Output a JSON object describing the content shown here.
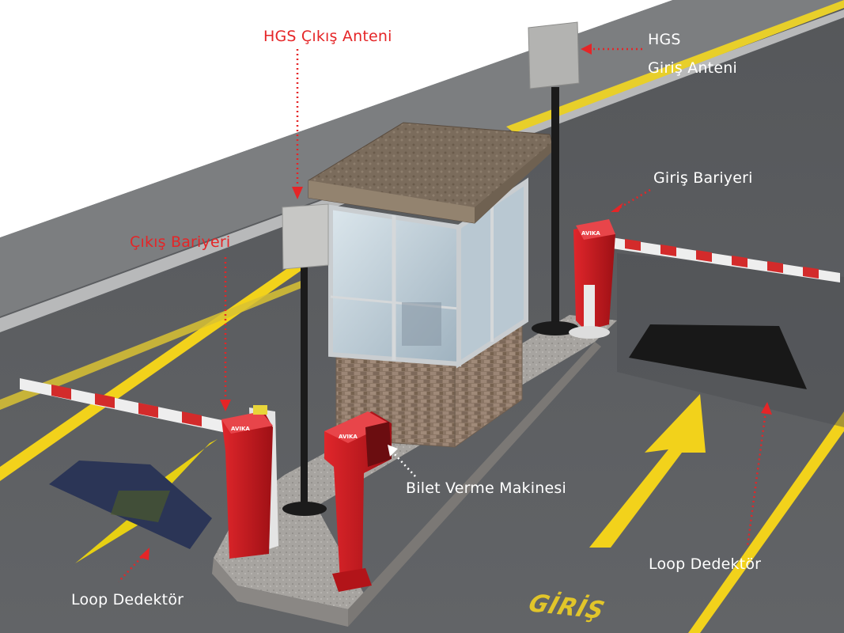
{
  "labels": {
    "hgs_exit_antenna": "HGS Çıkış Anteni",
    "hgs_entry_antenna_line1": "HGS",
    "hgs_entry_antenna_line2": "Giriş Anteni",
    "entry_barrier": "Giriş Bariyeri",
    "exit_barrier": "Çıkış Bariyeri",
    "ticket_machine": "Bilet Verme Makinesi",
    "loop_detector_right": "Loop Dedektör",
    "loop_detector_left": "Loop Dedektör",
    "road_marking": "GİRİŞ",
    "brand_mark": "AVIKA"
  },
  "colors": {
    "label_red": "#e52527",
    "label_white": "#ffffff",
    "asphalt": "#5b5d60",
    "lane_yellow": "#f2d21b",
    "barrier_red": "#c8171d",
    "roof_brown": "#7a6a59",
    "brick": "#8a7463",
    "island_gravel": "#a9a6a2",
    "loop_dark": "#1a1a1a",
    "loop_blue": "#2b3556"
  }
}
